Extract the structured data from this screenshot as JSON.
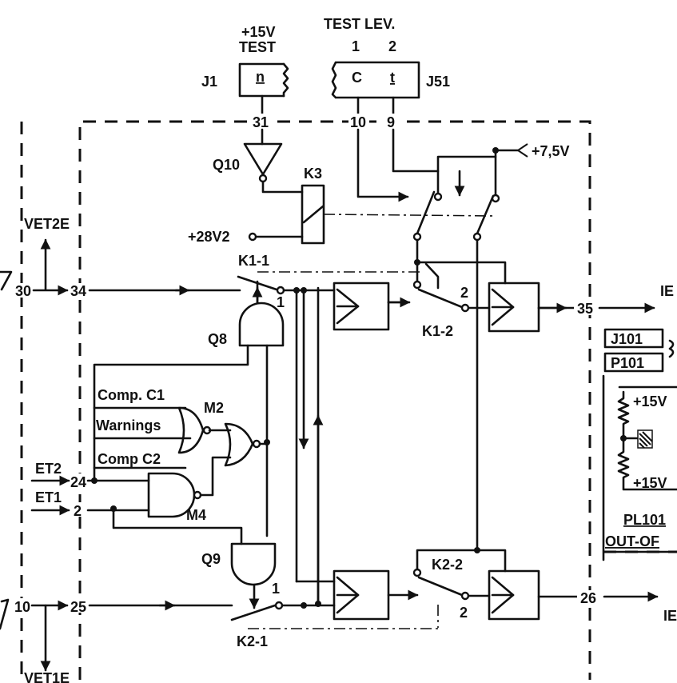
{
  "header": {
    "test_15v": "+15V",
    "test_word": "TEST",
    "test_lev": "TEST  LEV.",
    "test_lev_1": "1",
    "test_lev_2": "2",
    "j1": "J1",
    "j1_pin": "n",
    "j51": "J51",
    "j51_pin_c": "C",
    "j51_pin_t": "t"
  },
  "pins": {
    "p31": "31",
    "p10": "10",
    "p9": "9",
    "p34": "34",
    "p30": "30",
    "p24": "24",
    "p2": "2",
    "p10b": "10",
    "p25": "25",
    "p35": "35",
    "p26": "26"
  },
  "components": {
    "q10": "Q10",
    "k3": "K3",
    "k1_1": "K1-1",
    "k1_2": "K1-2",
    "k2_1": "K2-1",
    "k2_2": "K2-2",
    "q8": "Q8",
    "q9": "Q9",
    "m2": "M2",
    "m4": "M4"
  },
  "signals": {
    "plus_28v2": "+28V2",
    "plus_7_5v": "+7,5V",
    "vet2e": "VET2E",
    "vet1e": "VET1E",
    "comp_c1": "Comp. C1",
    "warnings": "Warnings",
    "comp_c2": "Comp  C2",
    "et2": "ET2",
    "et1": "ET1",
    "ie_top": "IE",
    "ie_bottom": "IE",
    "contact_1_top": "1",
    "contact_2_top": "2",
    "contact_1_bottom": "1",
    "contact_2_bottom": "2"
  },
  "right_panel": {
    "j101": "J101",
    "p101": "P101",
    "plus15v_top": "+15V",
    "plus15v_bottom": "+15V",
    "pl101": "PL101",
    "out_of": "OUT-OF"
  }
}
